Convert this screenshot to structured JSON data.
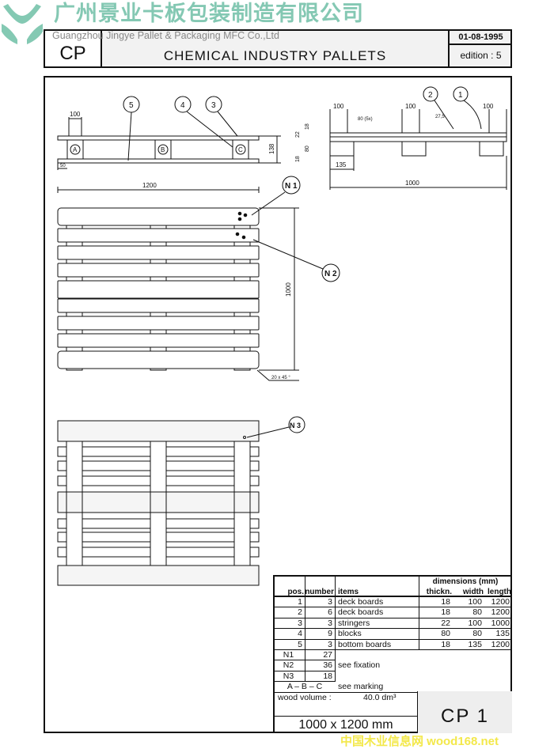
{
  "watermark": {
    "company_cn": "广州景业卡板包装制造有限公司",
    "company_en": "Guangzhou Jingye Pallet & Packaging MFC Co.,Ltd",
    "footer": "中国木业信息网 wood168.net",
    "logo_color": "#6fbfa6"
  },
  "header": {
    "code": "CP",
    "title": "CHEMICAL INDUSTRY PALLETS",
    "date": "01-08-1995",
    "edition": "edition : 5"
  },
  "drawing": {
    "side_view_left": {
      "dim_board": "100",
      "dim_overhang": "50",
      "dim_height": "138",
      "dim_length": "1200",
      "blocks": [
        "A",
        "B",
        "C"
      ],
      "callouts": [
        "5",
        "4",
        "3"
      ]
    },
    "side_view_right": {
      "dims_top": [
        "100",
        "100",
        "100"
      ],
      "dim_gap": "80 (5x)",
      "dim_small": "27,5",
      "dims_vertical": [
        "18",
        "22",
        "80",
        "18"
      ],
      "dim_block": "135",
      "dim_width": "1000",
      "callouts": [
        "2",
        "1"
      ]
    },
    "top_view": {
      "dim_width": "1000",
      "chamfer": "20 x 45 °",
      "callouts": [
        "N 1",
        "N 2"
      ]
    },
    "bottom_view": {
      "callouts": [
        "N 3"
      ]
    }
  },
  "table": {
    "dimensions_label": "dimensions (mm)",
    "headers": {
      "pos": "pos.",
      "number": "number",
      "items": "items",
      "thickness": "thickn.",
      "width": "width",
      "length": "length"
    },
    "rows": [
      {
        "pos": "1",
        "number": "3",
        "item": "deck boards",
        "thickness": "18",
        "width": "100",
        "length": "1200"
      },
      {
        "pos": "2",
        "number": "6",
        "item": "deck boards",
        "thickness": "18",
        "width": "80",
        "length": "1200"
      },
      {
        "pos": "3",
        "number": "3",
        "item": "stringers",
        "thickness": "22",
        "width": "100",
        "length": "1000"
      },
      {
        "pos": "4",
        "number": "9",
        "item": "blocks",
        "thickness": "80",
        "width": "80",
        "length": "135"
      },
      {
        "pos": "5",
        "number": "3",
        "item": "bottom boards",
        "thickness": "18",
        "width": "135",
        "length": "1200"
      }
    ],
    "fixation_rows": [
      {
        "pos": "N1",
        "number": "27"
      },
      {
        "pos": "N2",
        "number": "36"
      },
      {
        "pos": "N3",
        "number": "18"
      }
    ],
    "fixation_note": "see fixation",
    "marking_pos": "A – B – C",
    "marking_note": "see marking",
    "wood_volume_label": "wood volume :",
    "wood_volume_value": "40.0 dm³",
    "size": "1000 x 1200  mm",
    "drawing_code": "CP 1"
  }
}
